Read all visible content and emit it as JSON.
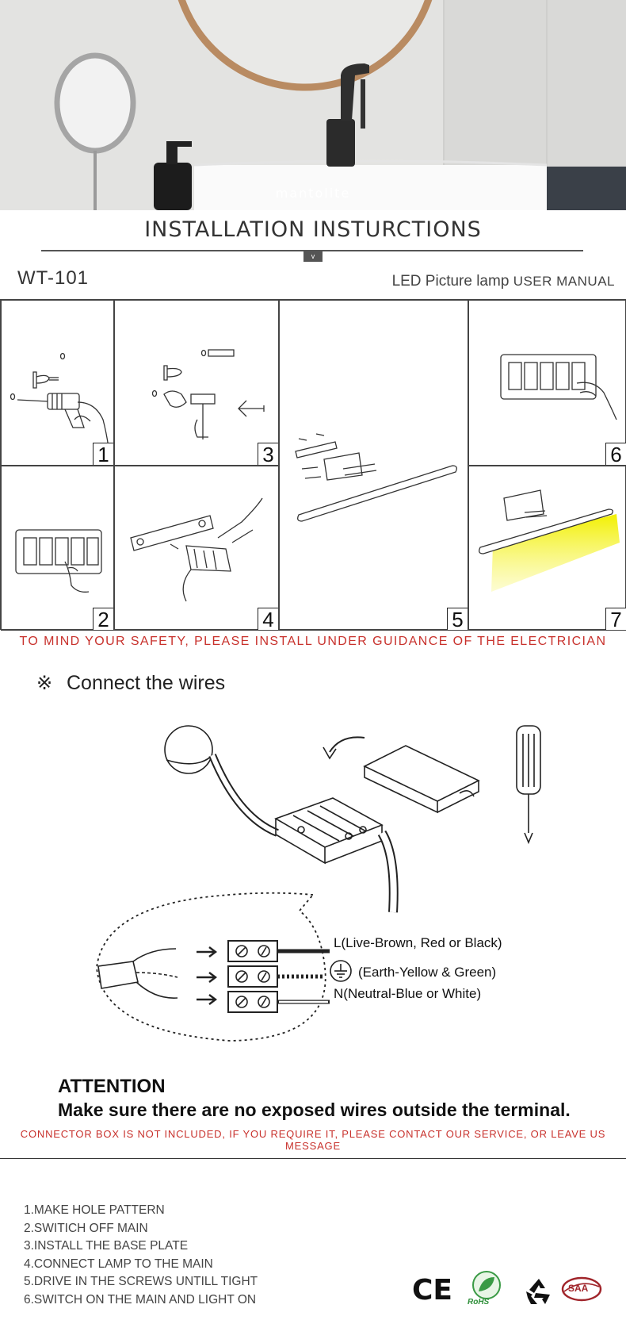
{
  "hero": {
    "brand": "mantolite"
  },
  "header": {
    "title": "INSTALLATION INSTURCTIONS",
    "tab": "v",
    "model": "WT-101",
    "product": "LED Picture lamp",
    "manual": "USER MANUAL"
  },
  "steps_grid": [
    "1",
    "2",
    "3",
    "4",
    "5",
    "6",
    "7"
  ],
  "safety_notice": "TO MIND YOUR SAFETY, PLEASE INSTALL UNDER GUIDANCE OF THE ELECTRICIAN",
  "connect": {
    "mark": "※",
    "title": "Connect the wires"
  },
  "wiring": {
    "live": "L(Live-Brown, Red or Black)",
    "earth": "(Earth-Yellow & Green)",
    "neutral": "N(Neutral-Blue or White)"
  },
  "attention": {
    "heading": "ATTENTION",
    "body": "Make sure there are no exposed wires outside the terminal."
  },
  "connector_notice": "CONNECTOR BOX IS NOT INCLUDED, IF YOU REQUIRE IT, PLEASE CONTACT OUR SERVICE, OR LEAVE US MESSAGE",
  "steps_list": [
    "1.MAKE HOLE PATTERN",
    "2.SWITICH OFF MAIN",
    "3.INSTALL THE BASE PLATE",
    "4.CONNECT LAMP TO THE MAIN",
    "5.DRIVE IN THE SCREWS UNTILL TIGHT",
    "6.SWITCH ON THE MAIN AND LIGHT ON"
  ],
  "certifications": {
    "ce": "CE",
    "rohs": "RoHS",
    "saa": "SAA",
    "icons": [
      "ce-mark-icon",
      "rohs-leaf-icon",
      "recycle-icon",
      "saa-approval-icon"
    ]
  },
  "colors": {
    "accent_red": "#c8312c",
    "light_yellow": "#f2f000"
  }
}
